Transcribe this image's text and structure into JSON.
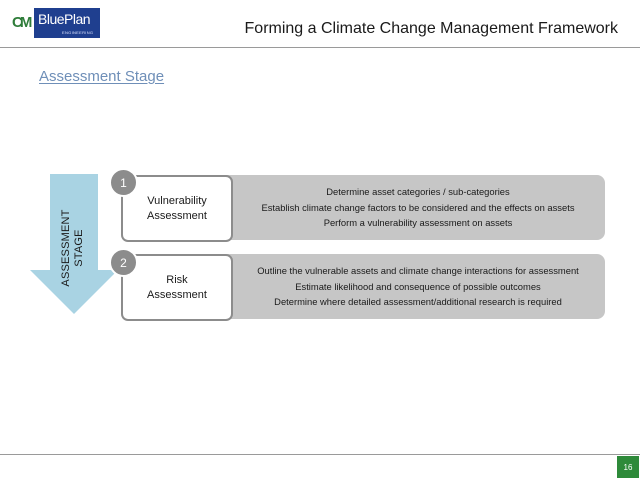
{
  "header": {
    "logo": {
      "mark": "CM",
      "name": "BluePlan",
      "sub": "ENGINEERING"
    },
    "title": "Forming a Climate Change Management Framework"
  },
  "section_title": "Assessment Stage",
  "arrow": {
    "line1": "ASSESSMENT",
    "line2": "STAGE"
  },
  "stages": [
    {
      "number": "1",
      "label": "Vulnerability\nAssessment",
      "points": [
        "Determine asset categories / sub-categories",
        "Establish climate change factors to be considered and the effects on assets",
        "Perform a vulnerability assessment on assets"
      ]
    },
    {
      "number": "2",
      "label": "Risk\nAssessment",
      "points": [
        "Outline the vulnerable assets and climate change interactions for assessment",
        "Estimate likelihood and consequence of possible outcomes",
        "Determine where detailed assessment/additional research is required"
      ]
    }
  ],
  "footer": {
    "page_number": "16"
  },
  "colors": {
    "accent_blue": "#6f8fb8",
    "arrow_fill": "#a9d3e3",
    "row_fill": "#c6c6c6",
    "badge_fill": "#8c8c8c",
    "page_badge": "#2e8a3a",
    "logo_blue": "#1f3f8f"
  }
}
